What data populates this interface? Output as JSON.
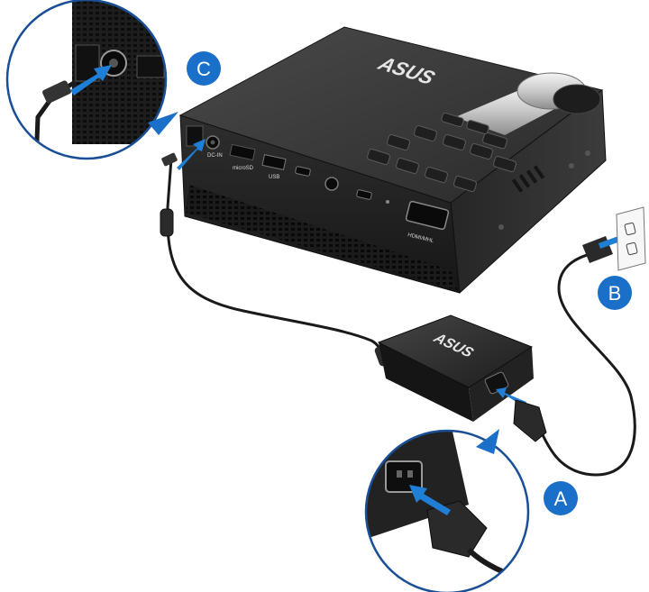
{
  "steps": {
    "a": "A",
    "b": "B",
    "c": "C"
  },
  "brand": {
    "projector_logo": "ASUS",
    "adapter_logo": "ASUS"
  },
  "port_labels": {
    "hdmi": "HDMI/MHL",
    "dc_in": "DC-IN",
    "usb": "USB",
    "microsd": "microSD"
  },
  "colors": {
    "step_badge": "#1a6fc9",
    "arrow": "#1f7fd6",
    "callout_outline": "#1a4f96",
    "device_body": "#2b2b2b",
    "device_top": "#3a3a3a"
  }
}
